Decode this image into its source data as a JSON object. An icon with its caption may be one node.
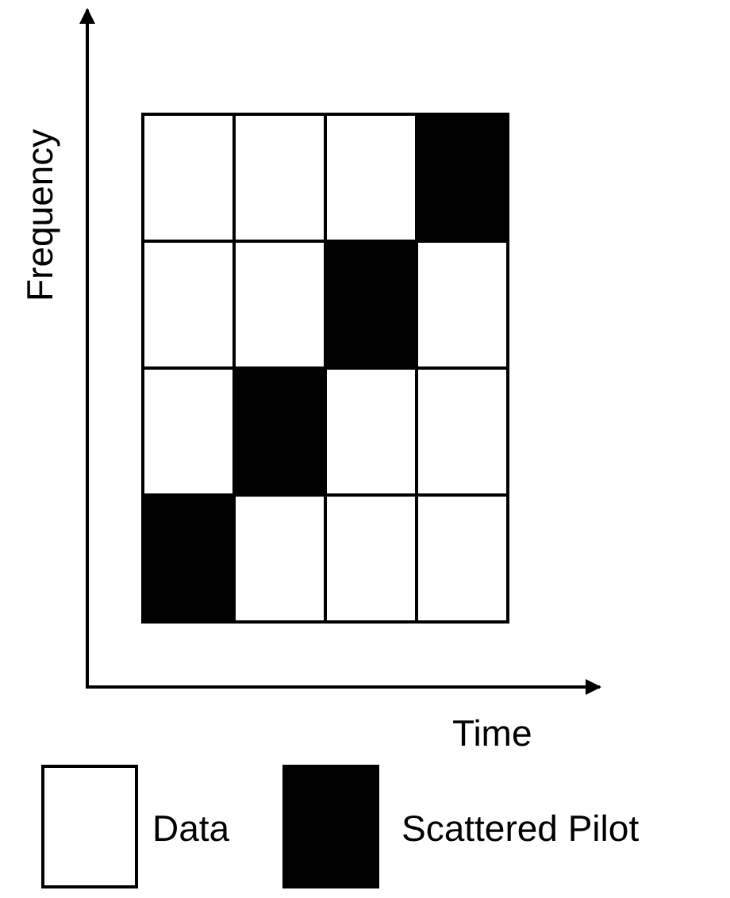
{
  "diagram": {
    "labels": [
      "Frequency",
      "Time"
    ],
    "legend": [
      {
        "text": "Data",
        "color": "#ffffff"
      },
      {
        "text": "Scattered Pilot",
        "color": "#000000"
      }
    ]
  }
}
